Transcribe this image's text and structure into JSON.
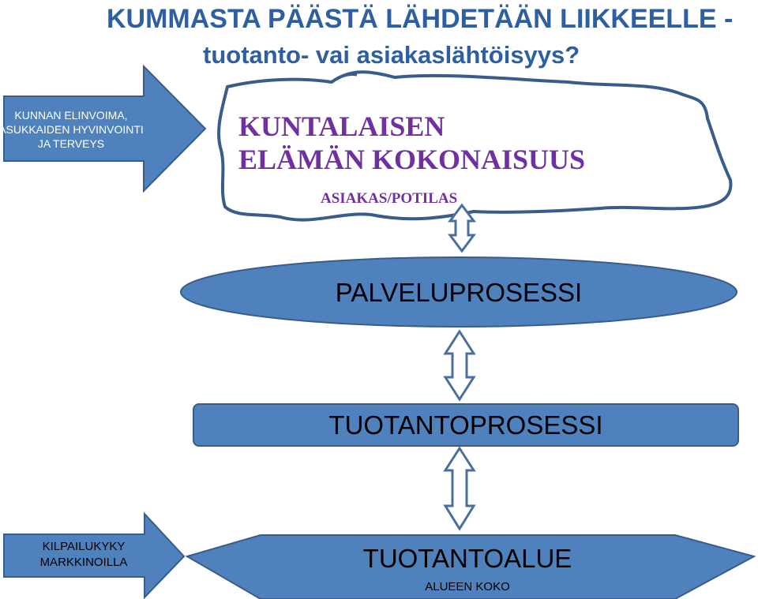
{
  "title": {
    "line1": "KUMMASTA  PÄÄSTÄ LÄHDETÄÄN LIIKKEELLE -",
    "line2": "tuotanto- vai asiakaslähtöisyys?"
  },
  "top_arrow": {
    "lines": [
      "KUNNAN ELINVOIMA,",
      "ASUKKAIDEN  HYVINVOINTI",
      "JA TERVEYS"
    ]
  },
  "cloud": {
    "line1": "KUNTALAISEN",
    "line2": "ELÄMÄN KOKONAISUUS",
    "sub": "ASIAKAS/POTILAS"
  },
  "ellipse": {
    "label": "PALVELUPROSESSI"
  },
  "rectangle": {
    "label": "TUOTANTOPROSESSI"
  },
  "hexagon": {
    "label": "TUOTANTOALUE",
    "sub": "ALUEEN KOKO"
  },
  "bottom_arrow": {
    "lines": [
      "KILPAILUKYKY",
      "MARKKINOILLA"
    ]
  },
  "colors": {
    "title": "#2e5fa0",
    "shape_fill": "#4f81bd",
    "shape_stroke": "#385d8a",
    "cloud_text": "#7030a0",
    "double_arrow_stroke": "#4a6f9c"
  }
}
